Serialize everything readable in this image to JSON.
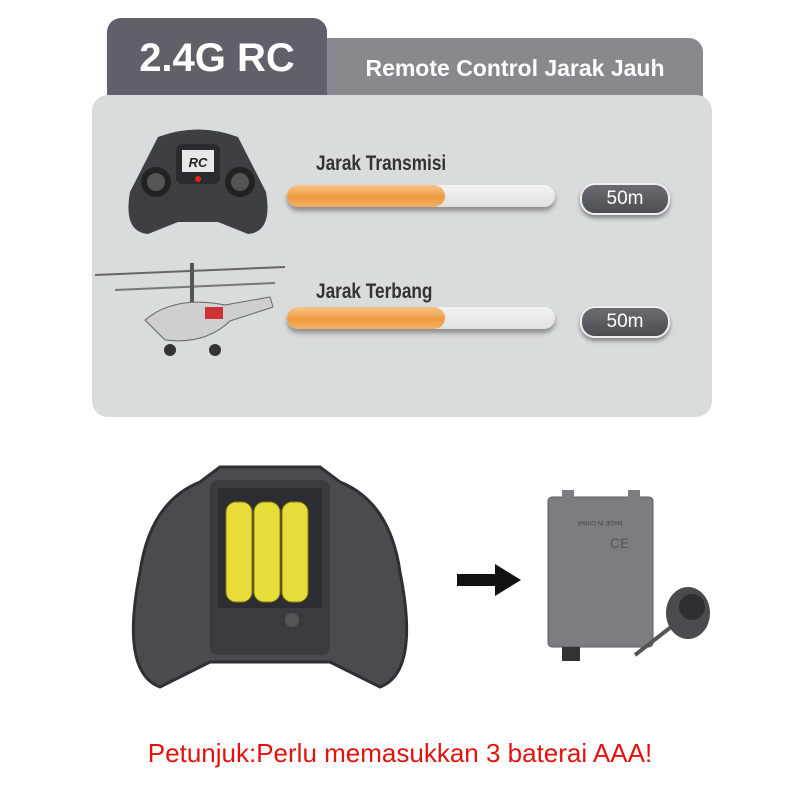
{
  "header": {
    "badge": "2.4G RC",
    "title": "Remote Control Jarak Jauh"
  },
  "specs": [
    {
      "label": "Jarak Transmisi",
      "value": "50m",
      "bar_fill_percent": 59
    },
    {
      "label": "Jarak Terbang",
      "value": "50m",
      "bar_fill_percent": 59
    }
  ],
  "remote_logo": "RC",
  "battery_cover_text": "MADE IN CHINA",
  "tip": "Petunjuk:Perlu memasukkan 3 baterai AAA!",
  "colors": {
    "tab_dark": "#5f6068",
    "tab_light": "#88898e",
    "panel": "#d9dcdc",
    "bar_fill": "#ee9a3c",
    "tip": "#e4120e"
  }
}
